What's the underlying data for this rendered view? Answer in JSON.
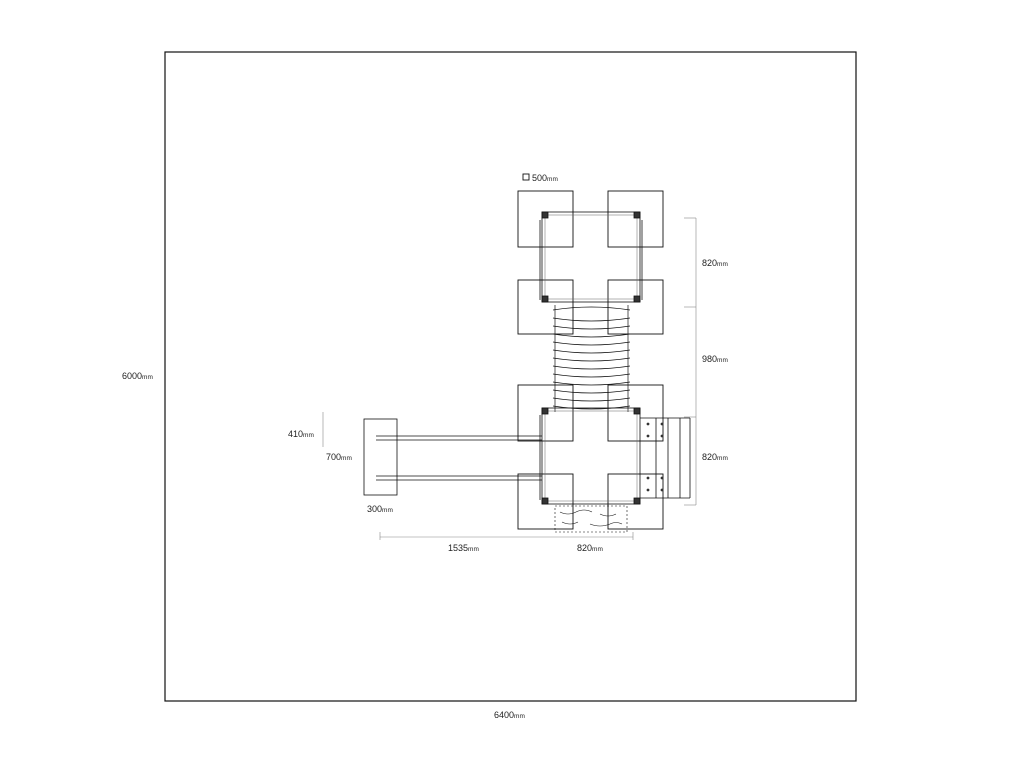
{
  "plan": {
    "width": {
      "value": "6400",
      "unit": "mm"
    },
    "height": {
      "value": "6000",
      "unit": "mm"
    },
    "footing": {
      "value": "500",
      "unit": "mm"
    },
    "tower_upper_depth": {
      "value": "820",
      "unit": "mm"
    },
    "bridge_length": {
      "value": "980",
      "unit": "mm"
    },
    "tower_lower_depth": {
      "value": "820",
      "unit": "mm"
    },
    "slide_offset": {
      "value": "410",
      "unit": "mm"
    },
    "slide_end_width": {
      "value": "700",
      "unit": "mm"
    },
    "slide_end_depth": {
      "value": "300",
      "unit": "mm"
    },
    "slide_length": {
      "value": "1535",
      "unit": "mm"
    },
    "tower_width": {
      "value": "820",
      "unit": "mm"
    }
  }
}
